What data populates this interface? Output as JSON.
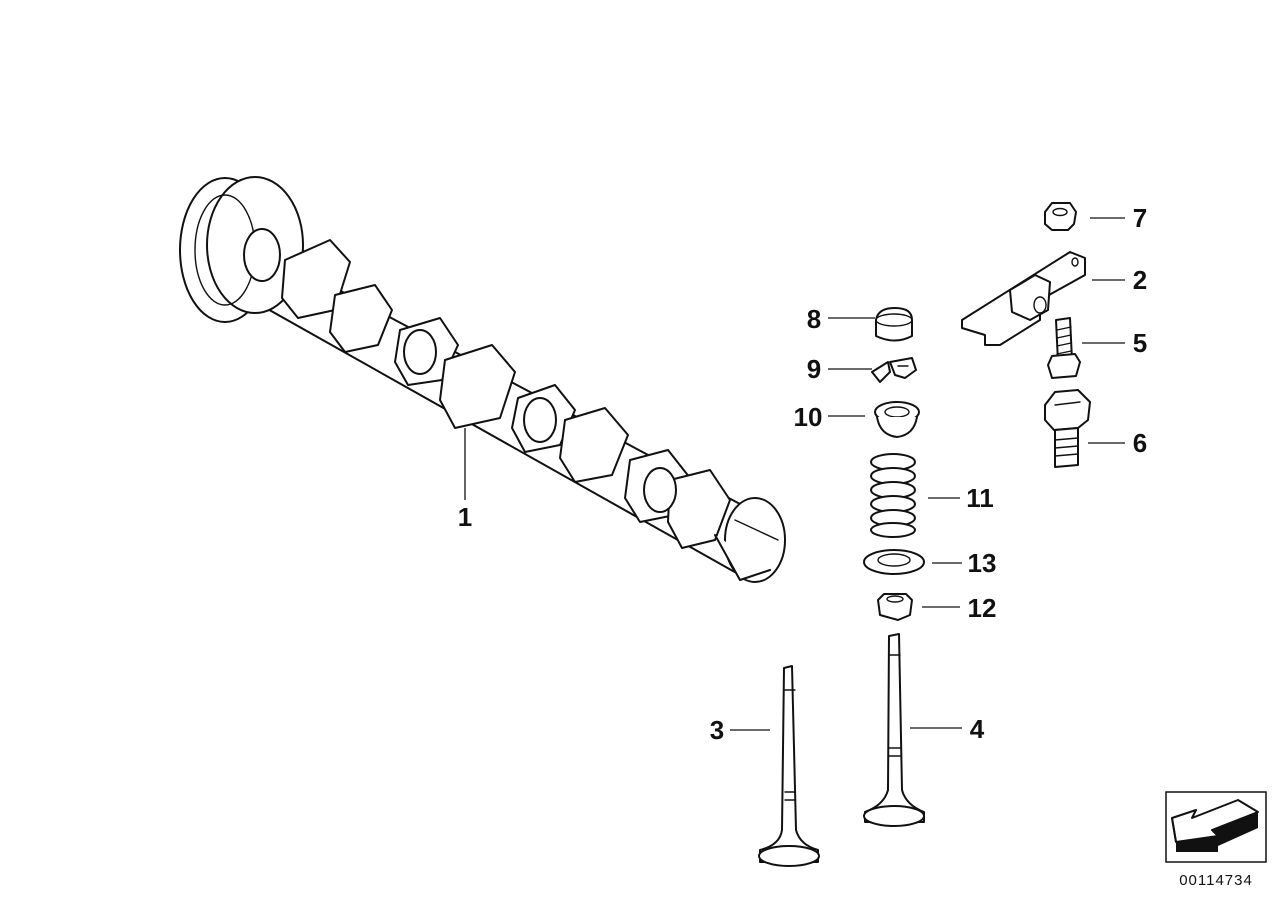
{
  "diagram": {
    "parts": [
      {
        "id": "camshaft",
        "number": "1"
      },
      {
        "id": "rocker-arm",
        "number": "2"
      },
      {
        "id": "intake-valve",
        "number": "3"
      },
      {
        "id": "exhaust-valve",
        "number": "4"
      },
      {
        "id": "adjusting-screw",
        "number": "5"
      },
      {
        "id": "hex-bolt",
        "number": "6"
      },
      {
        "id": "hex-nut",
        "number": "7"
      },
      {
        "id": "valve-cap",
        "number": "8"
      },
      {
        "id": "valve-keeper",
        "number": "9"
      },
      {
        "id": "spring-retainer",
        "number": "10"
      },
      {
        "id": "valve-spring",
        "number": "11"
      },
      {
        "id": "valve-stem-seal",
        "number": "12"
      },
      {
        "id": "spring-seat-washer",
        "number": "13"
      }
    ],
    "reference_number": "00114734",
    "nav_icon": "arrow-back-icon"
  }
}
